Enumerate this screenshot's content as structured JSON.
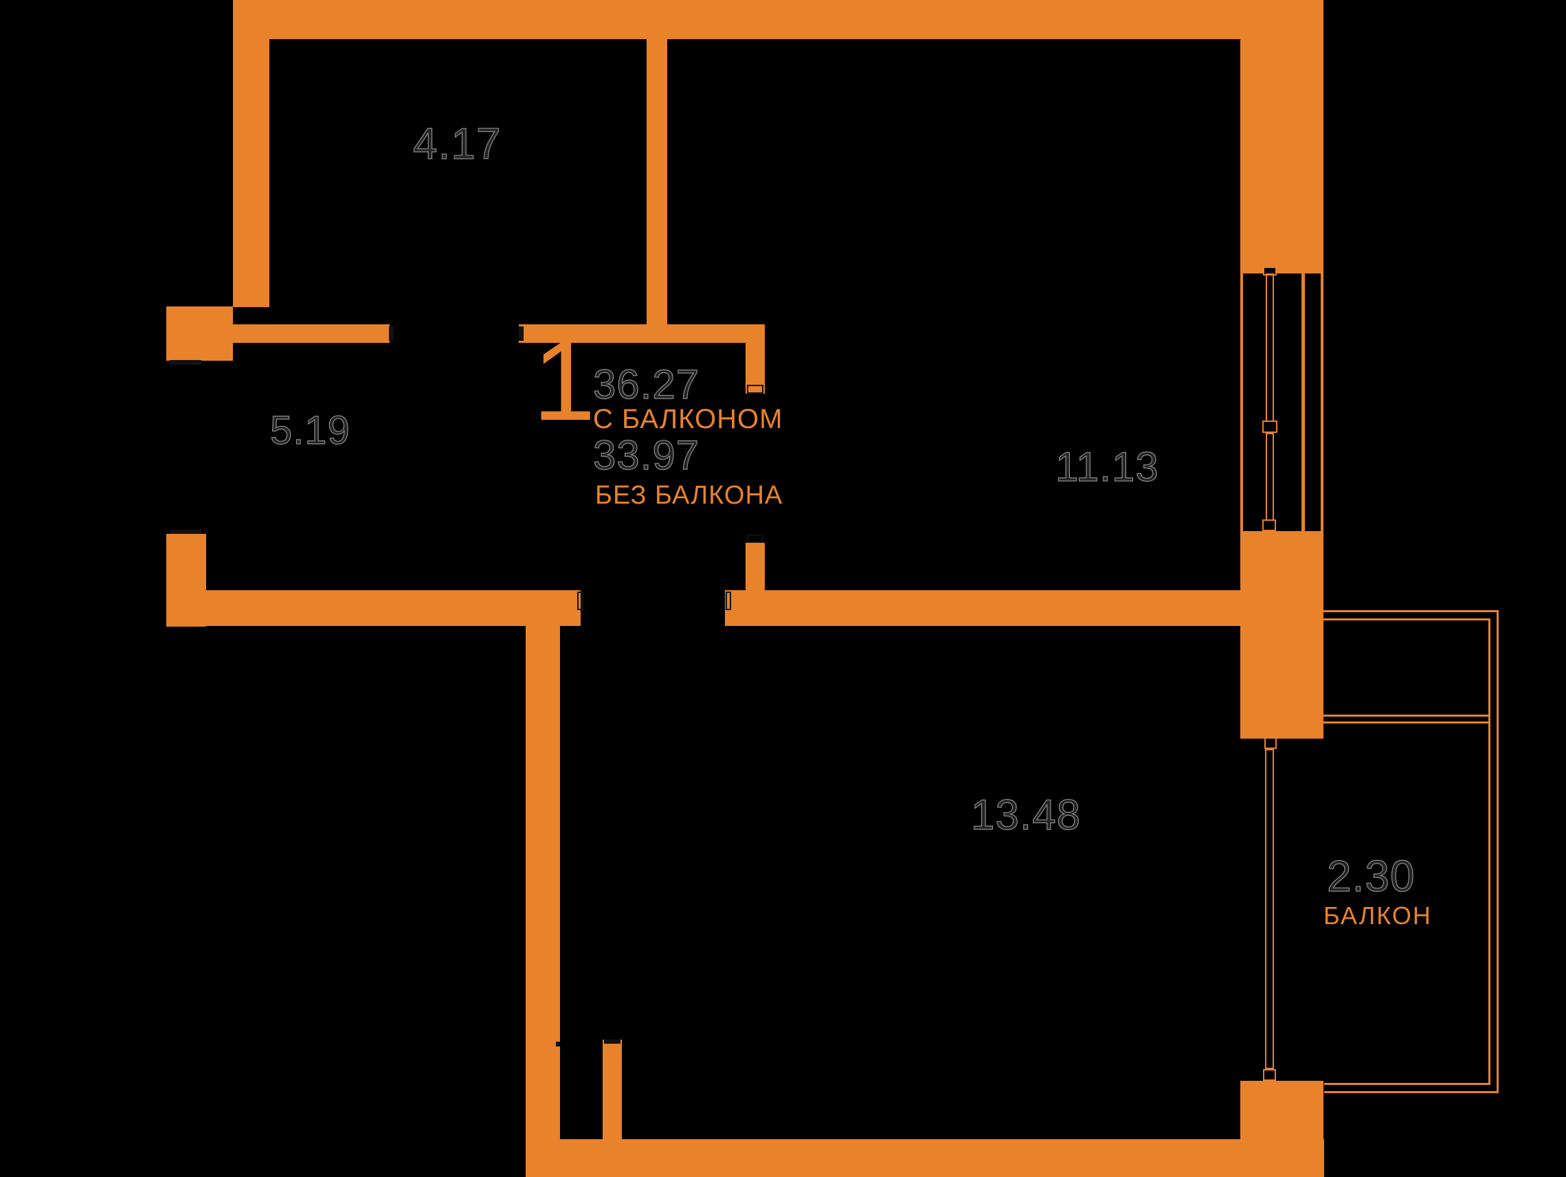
{
  "plan": {
    "colors": {
      "wall_orange": "#E8822B",
      "background": "#000000",
      "area_number_fill": "#232323",
      "area_number_outline": "#8d8d8d"
    },
    "unit": {
      "number": "1",
      "area_with_balcony": "36.27",
      "with_balcony_label": "С БАЛКОНОМ",
      "area_without_balcony": "33.97",
      "without_balcony_label": "БЕЗ БАЛКОНА"
    },
    "rooms": [
      {
        "id": "room-4-17",
        "area": "4.17"
      },
      {
        "id": "room-5-19",
        "area": "5.19"
      },
      {
        "id": "room-11-13",
        "area": "11.13"
      },
      {
        "id": "room-13-48",
        "area": "13.48"
      },
      {
        "id": "balcony",
        "area": "2.30",
        "name": "БАЛКОН"
      }
    ]
  }
}
